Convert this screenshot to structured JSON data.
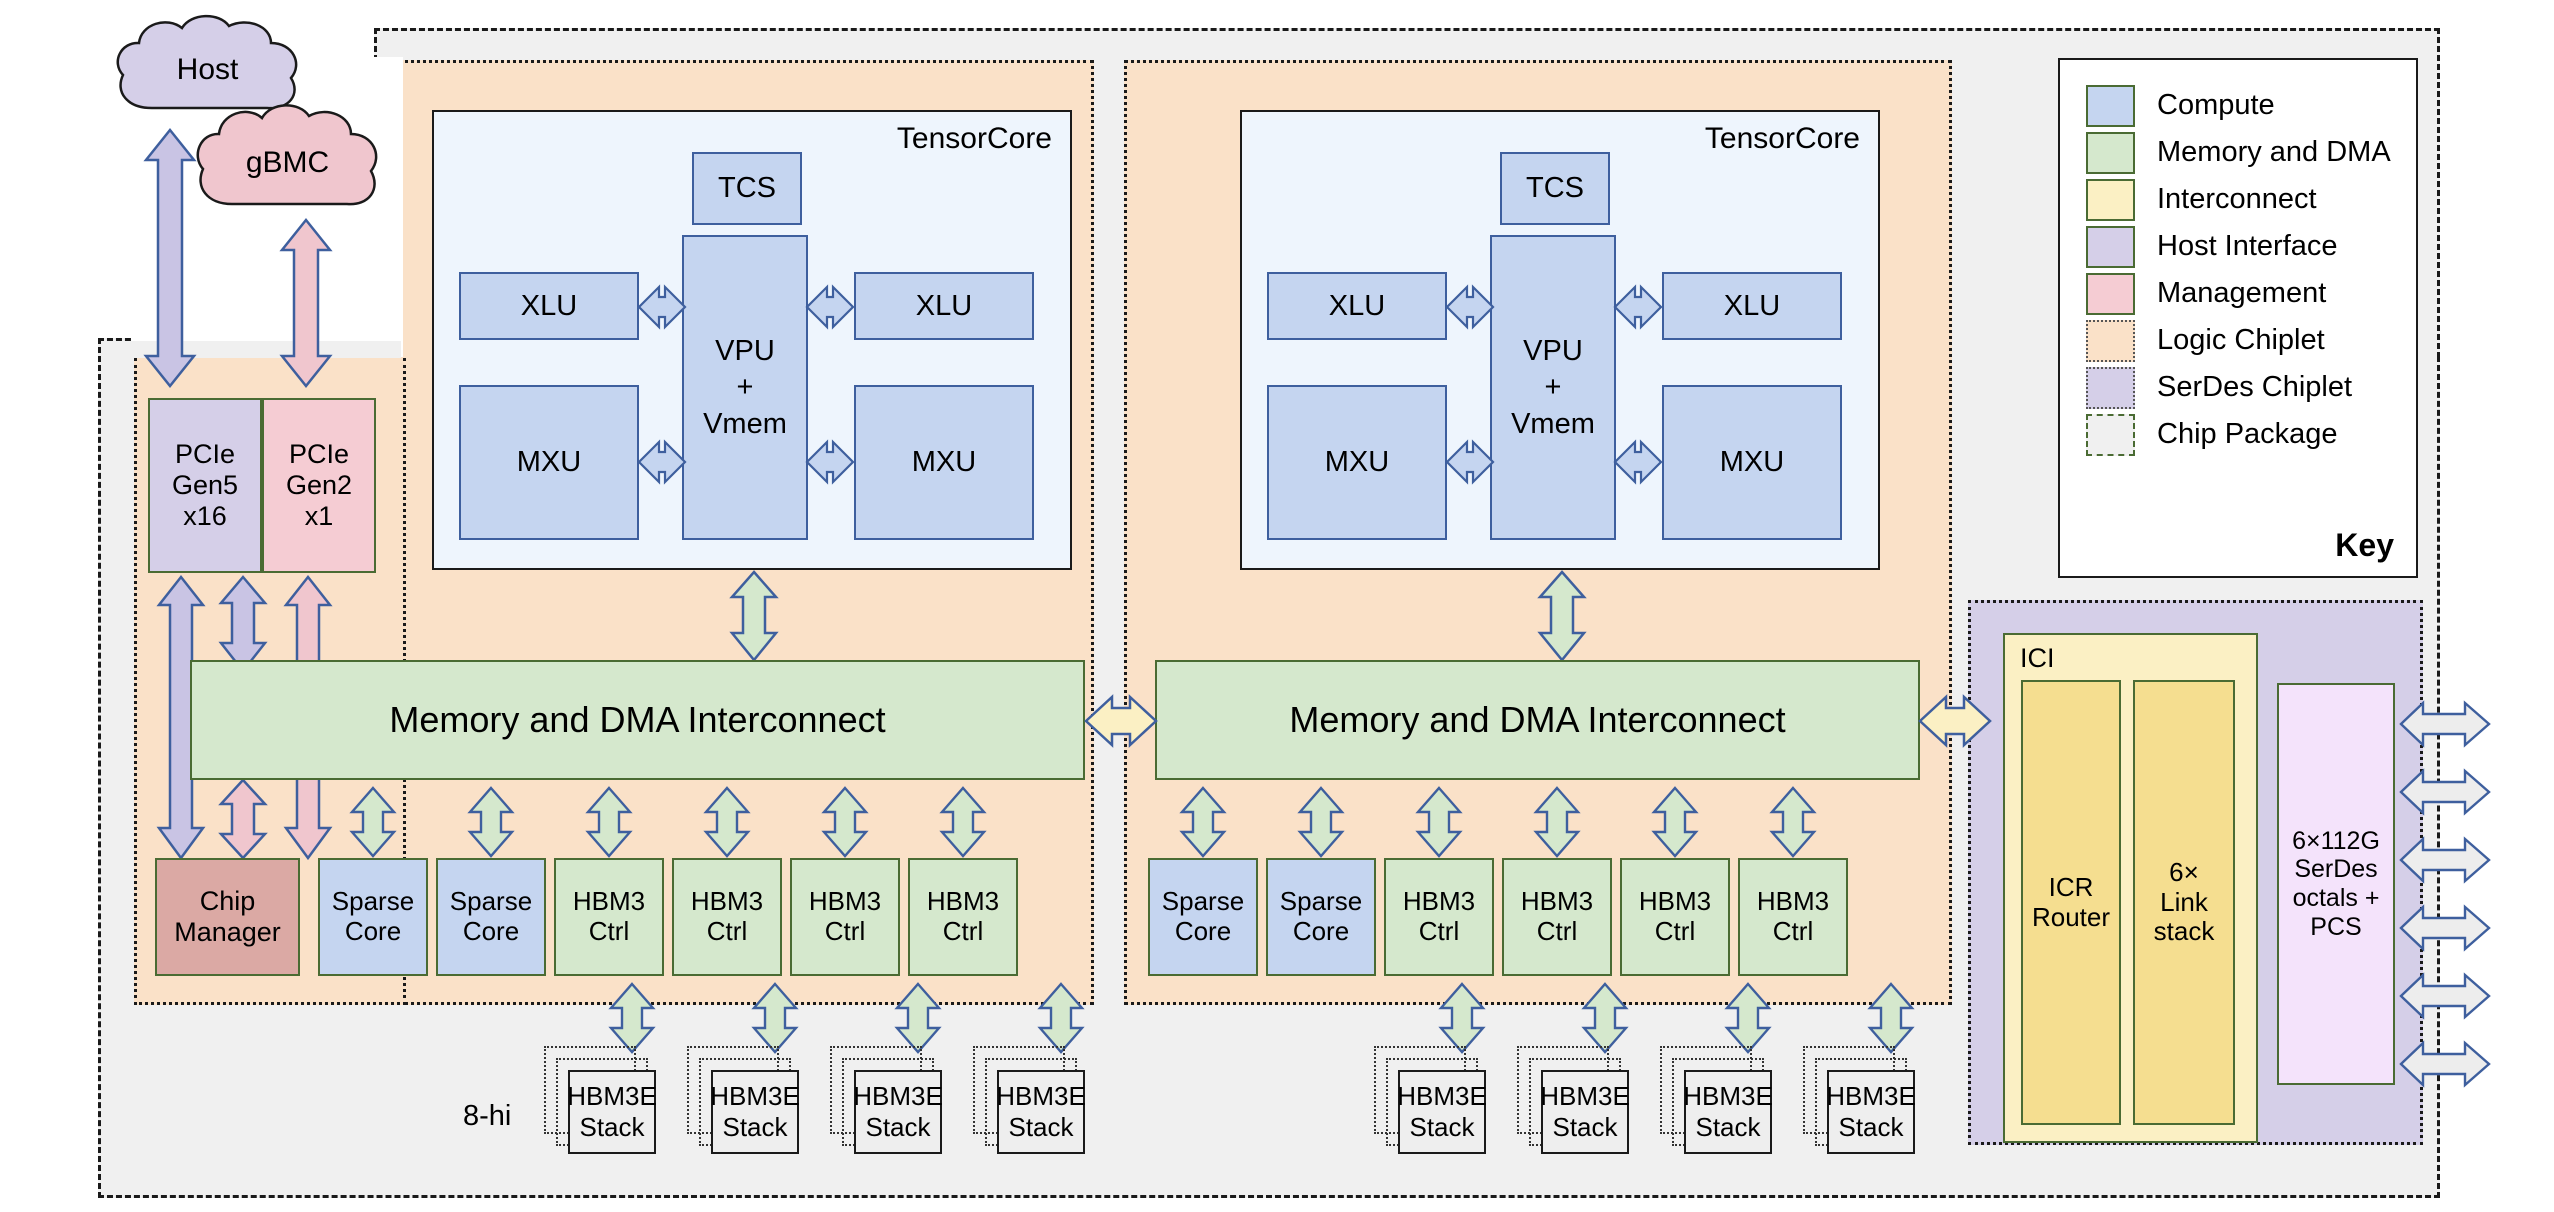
{
  "diagram": {
    "title": "TPU-style accelerator chip package block diagram",
    "external": {
      "host": "Host",
      "gbmc": "gBMC"
    },
    "annotations": {
      "hbm_height": "8-hi"
    },
    "tensorcore": {
      "label": "TensorCore",
      "tcs": "TCS",
      "xlu": "XLU",
      "vpu": "VPU\n+\nVmem",
      "vpu_line1": "VPU",
      "vpu_line2": "+",
      "vpu_line3": "Vmem",
      "mxu": "MXU"
    },
    "interconnect_bar": "Memory and DMA Interconnect",
    "host_interface": {
      "pcie5_l1": "PCIe",
      "pcie5_l2": "Gen5",
      "pcie5_l3": "x16",
      "pcie2_l1": "PCIe",
      "pcie2_l2": "Gen2",
      "pcie2_l3": "x1"
    },
    "management": {
      "chip_manager_l1": "Chip",
      "chip_manager_l2": "Manager"
    },
    "bottom_blocks_left": [
      {
        "name": "sparse-core",
        "line1": "Sparse",
        "line2": "Core",
        "kind": "compute"
      },
      {
        "name": "sparse-core",
        "line1": "Sparse",
        "line2": "Core",
        "kind": "compute"
      },
      {
        "name": "hbm3-ctrl",
        "line1": "HBM3",
        "line2": "Ctrl",
        "kind": "memory"
      },
      {
        "name": "hbm3-ctrl",
        "line1": "HBM3",
        "line2": "Ctrl",
        "kind": "memory"
      },
      {
        "name": "hbm3-ctrl",
        "line1": "HBM3",
        "line2": "Ctrl",
        "kind": "memory"
      },
      {
        "name": "hbm3-ctrl",
        "line1": "HBM3",
        "line2": "Ctrl",
        "kind": "memory"
      }
    ],
    "bottom_blocks_right": [
      {
        "name": "sparse-core",
        "line1": "Sparse",
        "line2": "Core",
        "kind": "compute"
      },
      {
        "name": "sparse-core",
        "line1": "Sparse",
        "line2": "Core",
        "kind": "compute"
      },
      {
        "name": "hbm3-ctrl",
        "line1": "HBM3",
        "line2": "Ctrl",
        "kind": "memory"
      },
      {
        "name": "hbm3-ctrl",
        "line1": "HBM3",
        "line2": "Ctrl",
        "kind": "memory"
      },
      {
        "name": "hbm3-ctrl",
        "line1": "HBM3",
        "line2": "Ctrl",
        "kind": "memory"
      },
      {
        "name": "hbm3-ctrl",
        "line1": "HBM3",
        "line2": "Ctrl",
        "kind": "memory"
      }
    ],
    "hbm_stacks": {
      "line1": "HBM3E",
      "line2": "Stack",
      "count_left": 4,
      "count_right": 4
    },
    "ici": {
      "label": "ICI",
      "icr_router_l1": "ICR",
      "icr_router_l2": "Router",
      "link_stack_l1": "6×",
      "link_stack_l2": "Link",
      "link_stack_l3": "stack",
      "serdes_l1": "6×112G",
      "serdes_l2": "SerDes",
      "serdes_l3": "octals +",
      "serdes_l4": "PCS",
      "serdes_arrow_count": 6
    },
    "key": {
      "title": "Key",
      "items": [
        {
          "label": "Compute",
          "color": "#c5d5f0",
          "style": "solid"
        },
        {
          "label": "Memory and DMA",
          "color": "#d5e8cd",
          "style": "solid"
        },
        {
          "label": "Interconnect",
          "color": "#fbf0c4",
          "style": "solid"
        },
        {
          "label": "Host Interface",
          "color": "#d5cfe8",
          "style": "solid"
        },
        {
          "label": "Management",
          "color": "#f5ccd3",
          "style": "solid"
        },
        {
          "label": "Logic Chiplet",
          "color": "#fae1c8",
          "style": "dotted"
        },
        {
          "label": "SerDes Chiplet",
          "color": "#d5cfe8",
          "style": "dotted"
        },
        {
          "label": "Chip Package",
          "color": "#f0f0f0",
          "style": "dashdot"
        }
      ]
    },
    "colors": {
      "compute": "#c5d5f0",
      "memory": "#d5e8cd",
      "interconnect": "#fbf0c4",
      "interconnect_dark": "#f5de90",
      "host_interface": "#d5cfe8",
      "management": "#dba9a4",
      "management_light": "#f5ccd3",
      "logic_chiplet": "#fae1c8",
      "serdes_chiplet": "#d5cfe8",
      "chip_package": "#f0f0f0",
      "serdes_block": "#f4e3fb",
      "arrow_outline": "#3e5f9e",
      "block_outline": "#4a6b33"
    }
  }
}
